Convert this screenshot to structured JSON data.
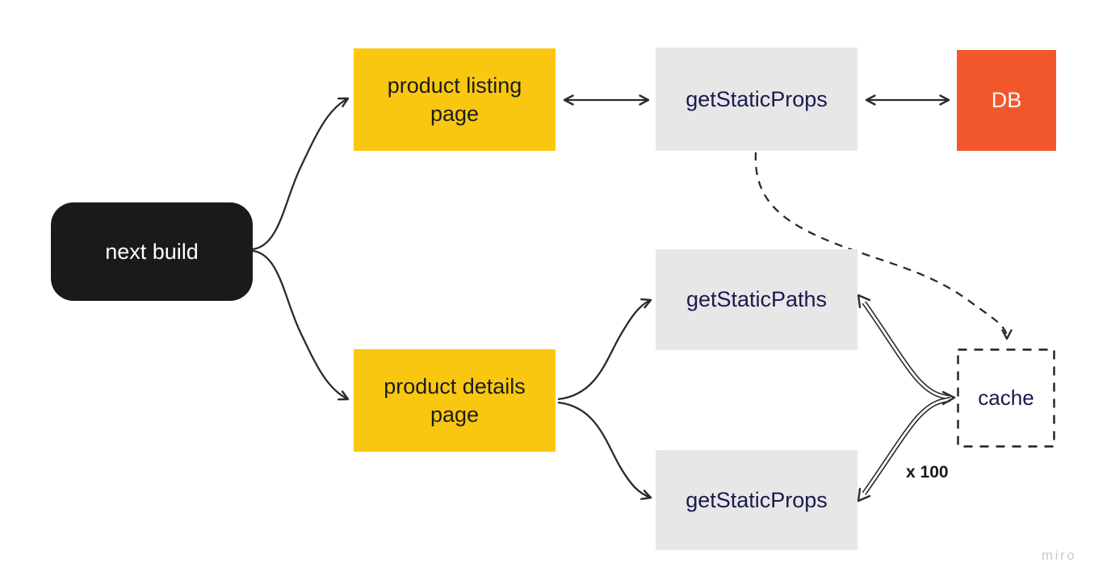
{
  "diagram": {
    "colors": {
      "background": "#ffffff",
      "node_dark": "#1a1a1a",
      "node_yellow": "#fac710",
      "node_gray": "#e7e7e7",
      "node_orange": "#f2572c",
      "text_on_dark": "#ffffff",
      "text_on_yellow": "#1c1c1c",
      "text_navy": "#1a1a4e",
      "arrow": "#2b2b2b",
      "watermark": "#c8cbd1"
    },
    "nodes": {
      "next_build": {
        "label": "next build",
        "shape": "rounded-rect",
        "fill": "#1a1a1a"
      },
      "product_listing_page": {
        "label": "product listing page",
        "shape": "rect",
        "fill": "#fac710"
      },
      "get_static_props_top": {
        "label": "getStaticProps",
        "shape": "rect",
        "fill": "#e7e7e7"
      },
      "db": {
        "label": "DB",
        "shape": "rect",
        "fill": "#f2572c"
      },
      "get_static_paths": {
        "label": "getStaticPaths",
        "shape": "rect",
        "fill": "#e7e7e7"
      },
      "product_details_page": {
        "label": "product details page",
        "shape": "rect",
        "fill": "#fac710"
      },
      "get_static_props_bottom": {
        "label": "getStaticProps",
        "shape": "rect",
        "fill": "#e7e7e7"
      },
      "cache": {
        "label": "cache",
        "shape": "dashed-rect",
        "fill": "none"
      }
    },
    "edges": [
      {
        "from": "next_build",
        "to": "product_listing_page",
        "line": "solid-curve",
        "arrows": "end"
      },
      {
        "from": "next_build",
        "to": "product_details_page",
        "line": "solid-curve",
        "arrows": "end"
      },
      {
        "from": "product_listing_page",
        "to": "get_static_props_top",
        "line": "solid-straight",
        "arrows": "both"
      },
      {
        "from": "get_static_props_top",
        "to": "db",
        "line": "solid-straight",
        "arrows": "both"
      },
      {
        "from": "get_static_props_top",
        "to": "cache",
        "line": "dashed-curve",
        "arrows": "end"
      },
      {
        "from": "product_details_page",
        "to": "get_static_paths",
        "line": "solid-curve",
        "arrows": "end"
      },
      {
        "from": "product_details_page",
        "to": "get_static_props_bottom",
        "line": "solid-curve",
        "arrows": "end"
      },
      {
        "from": "get_static_paths",
        "to": "cache",
        "line": "double-curve",
        "arrows": "both"
      },
      {
        "from": "get_static_props_bottom",
        "to": "cache",
        "line": "double-curve",
        "arrows": "both",
        "label": "x 100"
      }
    ],
    "annotations": {
      "multiplier_label": "x 100"
    }
  },
  "watermark": {
    "label": "miro"
  }
}
